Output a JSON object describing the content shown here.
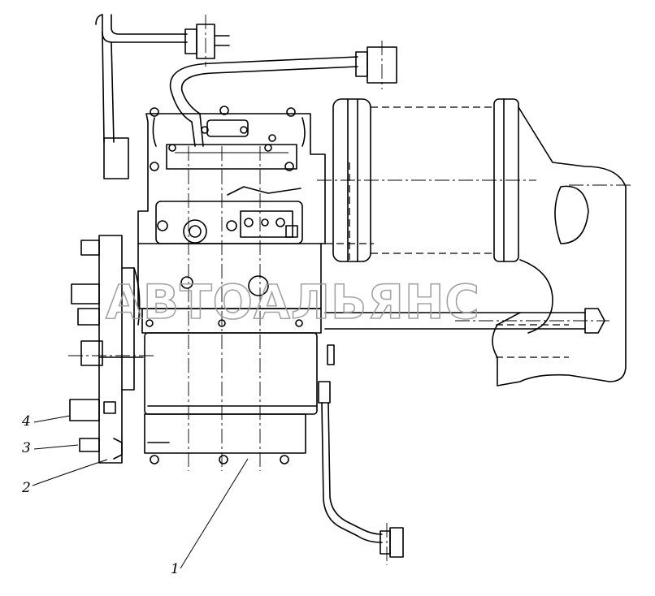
{
  "watermark": "АВТОАЛЬЯНС",
  "callouts": [
    {
      "id": "1",
      "text": "1"
    },
    {
      "id": "2",
      "text": "2"
    },
    {
      "id": "3",
      "text": "3"
    },
    {
      "id": "4",
      "text": "4"
    }
  ]
}
